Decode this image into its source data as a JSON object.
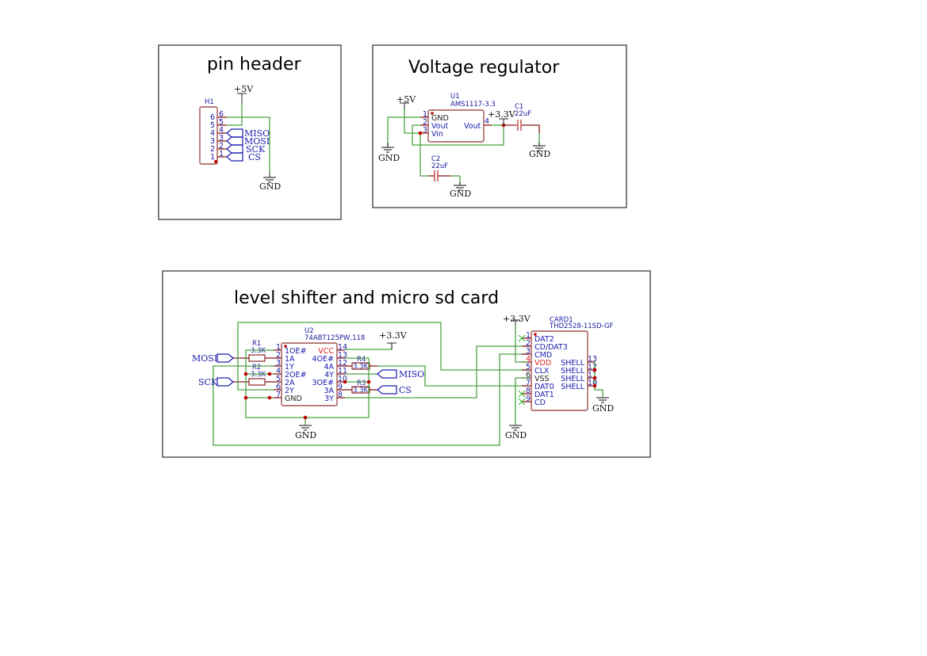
{
  "sheets": {
    "pin_header": {
      "title": "pin header",
      "ref": "H1",
      "pins": [
        "6",
        "5",
        "4",
        "3",
        "2",
        "1"
      ],
      "side_pins": [
        "6",
        "5",
        "4",
        "3",
        "2",
        "1"
      ],
      "labels": [
        "MISO",
        "MOSI",
        "SCK",
        "CS"
      ],
      "power": "+5V",
      "ground": "GND"
    },
    "voltage_regulator": {
      "title": "Voltage regulator",
      "u1": {
        "ref": "U1",
        "value": "AMS1117-3.3",
        "pins": [
          {
            "num": "1",
            "name": "GND"
          },
          {
            "num": "2",
            "name": "Vout"
          },
          {
            "num": "3",
            "name": "Vin"
          },
          {
            "num": "4",
            "name": "Vout"
          }
        ]
      },
      "c1": {
        "ref": "C1",
        "value": "22uF"
      },
      "c2": {
        "ref": "C2",
        "value": "22uF"
      },
      "power_in": "+5V",
      "power_out": "+3.3V",
      "ground": "GND"
    },
    "level_shifter": {
      "title": "level shifter and micro sd card",
      "u2": {
        "ref": "U2",
        "value": "74ABT125PW,118",
        "left_pins": [
          {
            "num": "1",
            "name": "1OE#"
          },
          {
            "num": "2",
            "name": "1A"
          },
          {
            "num": "3",
            "name": "1Y"
          },
          {
            "num": "4",
            "name": "2OE#"
          },
          {
            "num": "5",
            "name": "2A"
          },
          {
            "num": "6",
            "name": "2Y"
          },
          {
            "num": "7",
            "name": "GND"
          }
        ],
        "right_pins": [
          {
            "num": "14",
            "name": "VCC"
          },
          {
            "num": "13",
            "name": "4OE#"
          },
          {
            "num": "12",
            "name": "4A"
          },
          {
            "num": "11",
            "name": "4Y"
          },
          {
            "num": "10",
            "name": "3OE#"
          },
          {
            "num": "9",
            "name": "3A"
          },
          {
            "num": "8",
            "name": "3Y"
          }
        ]
      },
      "r1": {
        "ref": "R1",
        "value": "3.3K"
      },
      "r2": {
        "ref": "R2",
        "value": "3.3K"
      },
      "r3": {
        "ref": "R3",
        "value": "3.3K"
      },
      "r4": {
        "ref": "R4",
        "value": "3.3K"
      },
      "labels": {
        "mosi": "MOSI",
        "sck": "SCK",
        "miso": "MISO",
        "cs": "CS"
      },
      "power": "+3.3V",
      "ground": "GND",
      "card": {
        "ref": "CARD1",
        "value": "THD2528-11SD-GF",
        "left_pins": [
          {
            "num": "1",
            "name": "DAT2"
          },
          {
            "num": "2",
            "name": "CD/DAT3"
          },
          {
            "num": "3",
            "name": "CMD"
          },
          {
            "num": "4",
            "name": "VDD"
          },
          {
            "num": "5",
            "name": "CLX"
          },
          {
            "num": "6",
            "name": "VSS"
          },
          {
            "num": "7",
            "name": "DAT0"
          },
          {
            "num": "8",
            "name": "DAT1"
          },
          {
            "num": "9",
            "name": "CD"
          }
        ],
        "right_pins": [
          {
            "num": "13",
            "name": "SHELL"
          },
          {
            "num": "12",
            "name": "SHELL"
          },
          {
            "num": "11",
            "name": "SHELL"
          },
          {
            "num": "10",
            "name": "SHELL"
          }
        ]
      }
    }
  },
  "colors": {
    "wire": "#4aa540",
    "pin": "#8b1a1a",
    "junction": "#c00000",
    "text_blue": "#1a1ab0",
    "power_pin_red": "#e02020"
  }
}
